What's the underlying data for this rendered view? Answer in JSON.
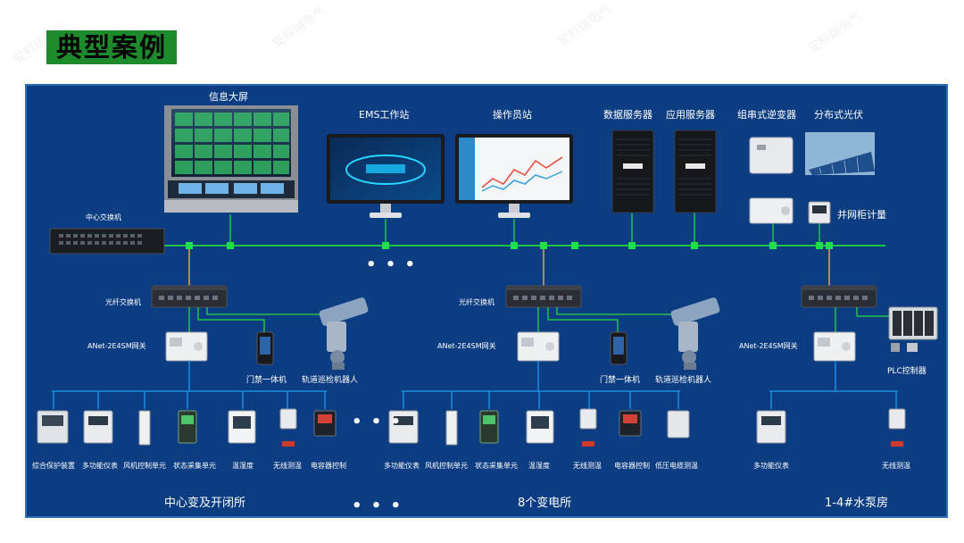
{
  "title": "典型案例",
  "watermark": "安科瑞电气",
  "colors": {
    "panel": "#0c3d82",
    "bus": "#22c24a",
    "node": "#1ee04a",
    "trunk": "#e0a93a",
    "drop": "#1a8de0",
    "title_bg": "#1d8a2c"
  },
  "top": {
    "screen_label": "信息大屏",
    "ems_label": "EMS工作站",
    "operator_label": "操作员站",
    "data_server_label": "数据服务器",
    "app_server_label": "应用服务器",
    "inverter_label": "组串式逆变器",
    "pv_label": "分布式光伏",
    "meter_label": "并网柜计量",
    "core_switch_label": "中心交换机",
    "bus_dots": "• • •"
  },
  "sites": [
    {
      "fiber_label": "光纤交换机",
      "gateway_label": "ANet-2E4SM网关",
      "access_label": "门禁一体机",
      "robot_label": "轨道巡检机器人",
      "devices": [
        "综合保护装置",
        "多功能仪表",
        "风机控制单元",
        "状态采集单元",
        "温湿度",
        "无线测温",
        "电容器控制"
      ],
      "footer": "中心变及开闭所"
    },
    {
      "fiber_label": "光纤交换机",
      "gateway_label": "ANet-2E4SM网关",
      "access_label": "门禁一体机",
      "robot_label": "轨道巡检机器人",
      "devices": [
        "多功能仪表",
        "风机控制单元",
        "状态采集单元",
        "温湿度",
        "无线测温",
        "电容器控制",
        "低压电缆测温"
      ],
      "footer": "8个变电所"
    },
    {
      "gateway_label": "ANet-2E4SM网关",
      "plc_label": "PLC控制器",
      "devices": [
        "多功能仪表",
        "无线测温"
      ],
      "footer": "1-4#水泵房"
    }
  ],
  "device_dots": "• • •",
  "footer_dots": "• • •"
}
